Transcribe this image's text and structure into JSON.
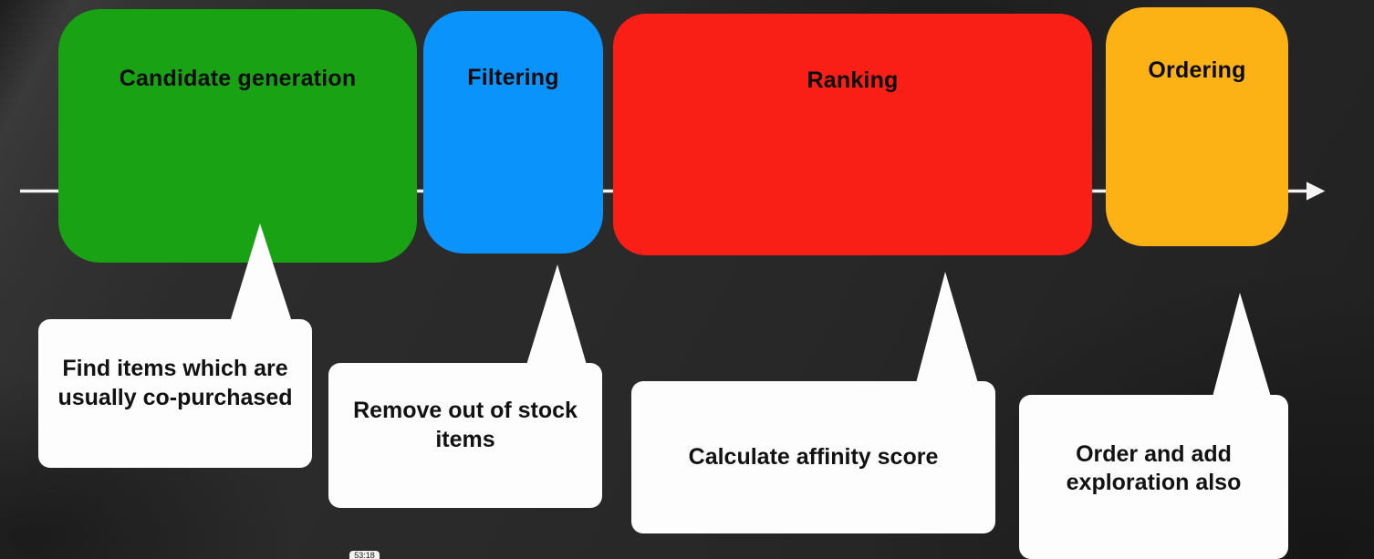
{
  "background": {
    "color": "#262626"
  },
  "pipeline": {
    "stages": [
      {
        "id": "candidate-generation",
        "label": "Candidate generation",
        "color": "#19a314"
      },
      {
        "id": "filtering",
        "label": "Filtering",
        "color": "#0a94fb"
      },
      {
        "id": "ranking",
        "label": "Ranking",
        "color": "#fa1f16"
      },
      {
        "id": "ordering",
        "label": "Ordering",
        "color": "#fcb215"
      }
    ],
    "timeline": {
      "color": "#f2f2f2",
      "direction": "right"
    }
  },
  "callouts": [
    {
      "id": "candidate-generation-note",
      "text": "Find items which are usually co-purchased"
    },
    {
      "id": "filtering-note",
      "text": "Remove out of stock items"
    },
    {
      "id": "ranking-note",
      "text": "Calculate affinity score"
    },
    {
      "id": "ordering-note",
      "text": "Order and add exploration also"
    }
  ],
  "bottom_badge": {
    "text": "53:18"
  }
}
